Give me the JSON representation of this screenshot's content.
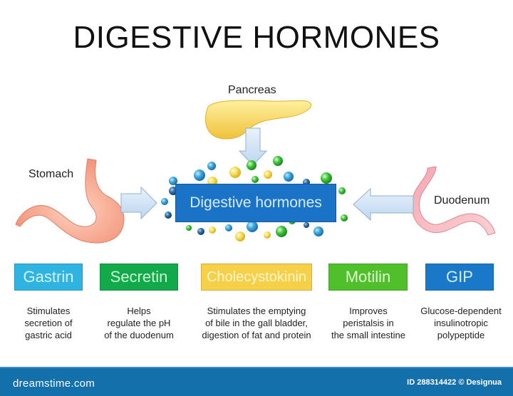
{
  "title": "DIGESTIVE HORMONES",
  "organs": {
    "pancreas": "Pancreas",
    "stomach": "Stomach",
    "duodenum": "Duodenum"
  },
  "center": {
    "label": "Digestive hormones",
    "color": "#1a73c6"
  },
  "hormones": [
    {
      "name": "Gastrin",
      "color": "#2fb3e0",
      "text_color": "#d6f2ff",
      "description": [
        "Stimulates",
        "secretion of",
        "gastric acid"
      ]
    },
    {
      "name": "Secretin",
      "color": "#12a94a",
      "text_color": "#c8f5d6",
      "description": [
        "Helps",
        "regulate the pH",
        "of the duodenum"
      ]
    },
    {
      "name": "Cholecystokinin",
      "color": "#f7d04a",
      "text_color": "#fff6cc",
      "description": [
        "Stimulates the emptying",
        "of bile in the gall bladder,",
        "digestion of fat and protein"
      ]
    },
    {
      "name": "Motilin",
      "color": "#4fbf2a",
      "text_color": "#e0f8d2",
      "description": [
        "Improves",
        "peristalsis in",
        "the small intestine"
      ]
    },
    {
      "name": "GIP",
      "color": "#1a78c8",
      "text_color": "#d6ecff",
      "description": [
        "Glucose-dependent",
        "insulinotropic",
        "polypeptide"
      ]
    }
  ],
  "footer": {
    "logo": "dreamstime.com",
    "image_id": "ID 288314422 © Designua"
  }
}
